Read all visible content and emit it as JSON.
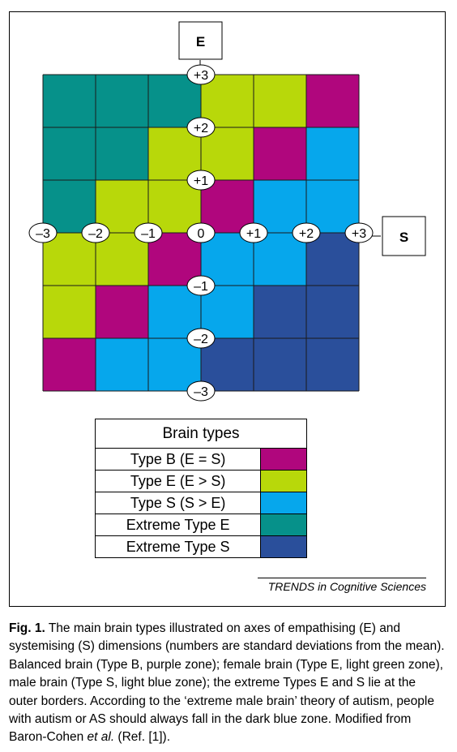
{
  "colors": {
    "type_b": "#b0067d",
    "type_e": "#b8d80a",
    "type_s": "#06a7ec",
    "extreme_e": "#06918a",
    "extreme_s": "#2a4f9b"
  },
  "axes": {
    "e_label": "E",
    "s_label": "S",
    "ticks": [
      "–3",
      "–2",
      "–1",
      "0",
      "+1",
      "+2",
      "+3"
    ],
    "range": [
      -3,
      3
    ]
  },
  "grid": {
    "rows": [
      [
        "extreme_e",
        "extreme_e",
        "extreme_e",
        "type_e",
        "type_e",
        "type_b"
      ],
      [
        "extreme_e",
        "extreme_e",
        "type_e",
        "type_e",
        "type_b",
        "type_s"
      ],
      [
        "extreme_e",
        "type_e",
        "type_e",
        "type_b",
        "type_s",
        "type_s"
      ],
      [
        "type_e",
        "type_e",
        "type_b",
        "type_s",
        "type_s",
        "extreme_s"
      ],
      [
        "type_e",
        "type_b",
        "type_s",
        "type_s",
        "extreme_s",
        "extreme_s"
      ],
      [
        "type_b",
        "type_s",
        "type_s",
        "extreme_s",
        "extreme_s",
        "extreme_s"
      ]
    ]
  },
  "legend": {
    "title": "Brain types",
    "items": [
      {
        "label": "Type B (E = S)",
        "key": "type_b"
      },
      {
        "label": "Type E (E > S)",
        "key": "type_e"
      },
      {
        "label": "Type S (S > E)",
        "key": "type_s"
      },
      {
        "label": "Extreme Type E",
        "key": "extreme_e"
      },
      {
        "label": "Extreme Type S",
        "key": "extreme_s"
      }
    ]
  },
  "source": "TRENDS in Cognitive Sciences",
  "caption": {
    "fig_label": "Fig. 1.",
    "text_1": " The main brain types illustrated on axes of empathising (E) and systemising (S) dimensions (numbers are standard deviations from the mean). Balanced brain (Type B, purple zone); female brain (Type E, light green zone), male brain (Type S, light blue zone); the extreme Types E and S lie at the outer borders. According to the ‘extreme male brain’ theory of autism, people with autism or AS should always fall in the dark blue zone. Modified from Baron-Cohen ",
    "et_al": "et al.",
    "text_2": " (Ref. [1])."
  }
}
